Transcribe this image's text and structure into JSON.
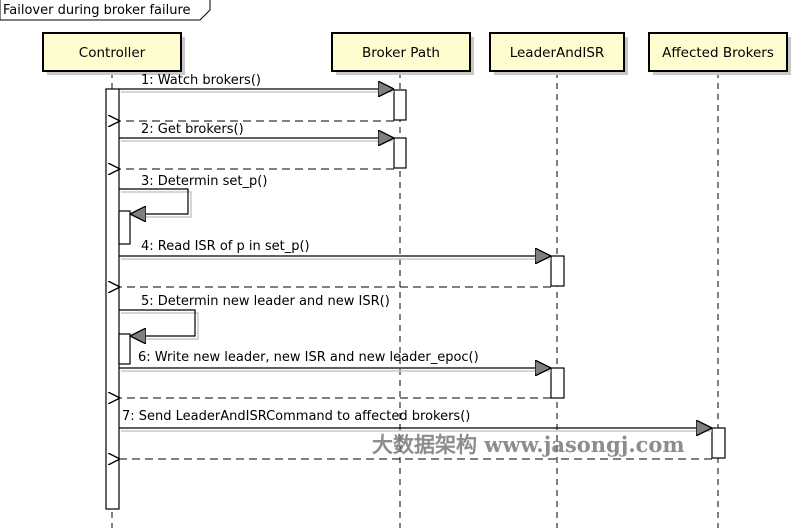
{
  "frame": {
    "title": "Failover during broker failure"
  },
  "lifelines": [
    {
      "id": "controller",
      "name": "Controller"
    },
    {
      "id": "broker_path",
      "name": "Broker Path"
    },
    {
      "id": "leader_and_isr",
      "name": "LeaderAndISR"
    },
    {
      "id": "affected_brokers",
      "name": "Affected Brokers"
    }
  ],
  "messages": [
    {
      "label": "1: Watch brokers()",
      "from": "controller",
      "to": "broker_path",
      "reply": true
    },
    {
      "label": "2: Get brokers()",
      "from": "controller",
      "to": "broker_path",
      "reply": true
    },
    {
      "label": "3: Determin set_p()",
      "from": "controller",
      "to": "controller",
      "reply": false
    },
    {
      "label": "4: Read ISR of p in set_p()",
      "from": "controller",
      "to": "leader_and_isr",
      "reply": true
    },
    {
      "label": "5: Determin new leader and new ISR()",
      "from": "controller",
      "to": "controller",
      "reply": false
    },
    {
      "label": "6: Write new leader, new ISR and new leader_epoc()",
      "from": "controller",
      "to": "leader_and_isr",
      "reply": true
    },
    {
      "label": "7: Send LeaderAndISRCommand to affected brokers()",
      "from": "controller",
      "to": "affected_brokers",
      "reply": true
    }
  ],
  "watermark": "大数据架构 www.jasongj.com",
  "colors": {
    "header_fill": "#fffdd0",
    "activation_fill": "#ffffff",
    "stroke": "#000000",
    "arrow_head": "#7f7f7f",
    "shadow": "#c8c8c8"
  }
}
